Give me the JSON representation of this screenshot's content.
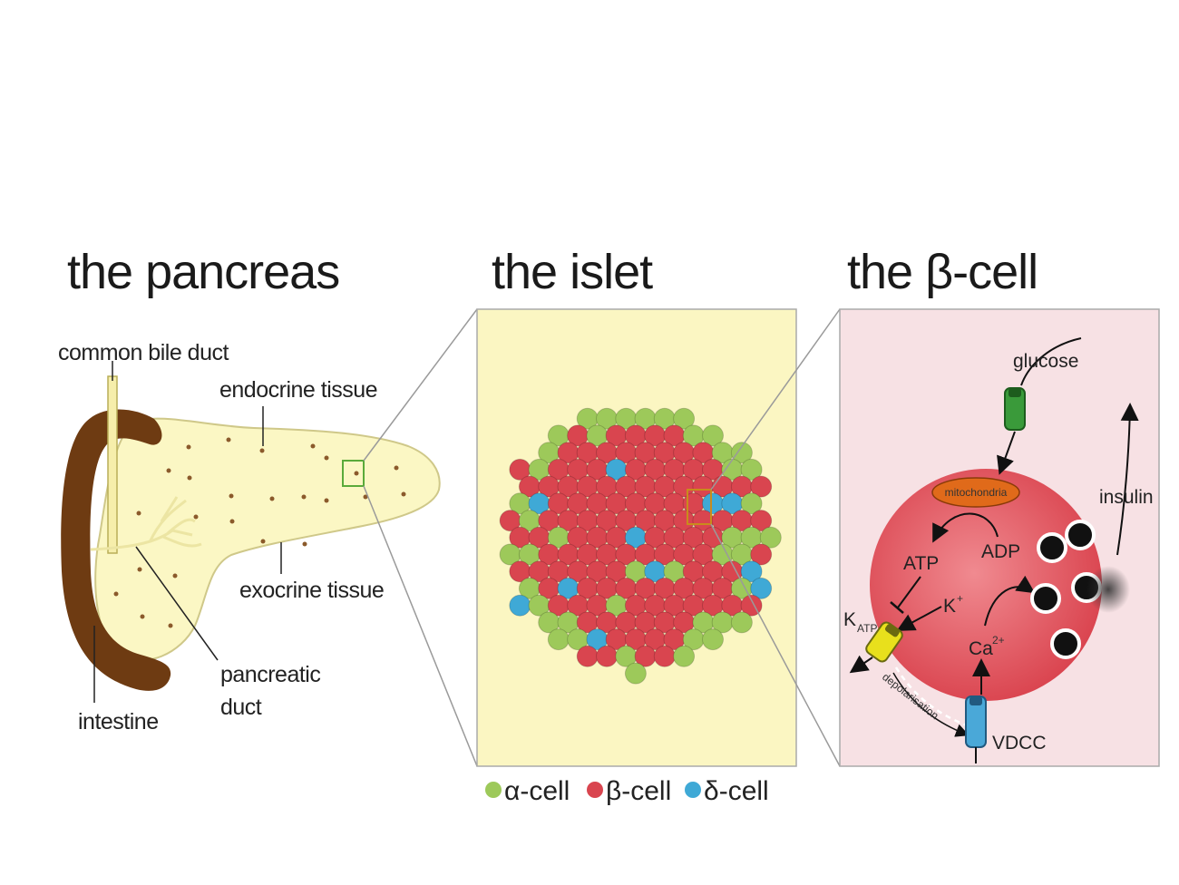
{
  "titles": {
    "pancreas": "the pancreas",
    "islet": "the islet",
    "beta_cell": "the β-cell"
  },
  "pancreas_labels": {
    "common_bile_duct": "common bile duct",
    "endocrine_tissue": "endocrine tissue",
    "exocrine_tissue": "exocrine tissue",
    "pancreatic_duct_line1": "pancreatic",
    "pancreatic_duct_line2": "duct",
    "intestine": "intestine"
  },
  "beta_cell_labels": {
    "glucose": "glucose",
    "mitochondria": "mitochondria",
    "insulin": "insulin",
    "atp": "ATP",
    "adp": "ADP",
    "k_atp_main": "K",
    "k_atp_sub": "ATP",
    "k_ion": "K",
    "k_ion_sup": "+",
    "ca_ion": "Ca",
    "ca_ion_sup": "2+",
    "depolarisation": "depolarisation",
    "vdcc": "VDCC"
  },
  "legend": [
    {
      "key": "alpha",
      "label": "α-cell",
      "color": "#9dc95a"
    },
    {
      "key": "beta",
      "label": "β-cell",
      "color": "#d9454f"
    },
    {
      "key": "delta",
      "label": "δ-cell",
      "color": "#3fa9d6"
    }
  ],
  "colors": {
    "pancreas_fill": "#fbf7c4",
    "intestine": "#6e3b12",
    "islet_bg": "#fbf6c2",
    "beta_cell_bg": "#f7e1e4",
    "beta_cell_body": "#e0515c",
    "channel_green": "#3a9a3a",
    "channel_yellow": "#e8e01c",
    "channel_blue": "#4aa8d8",
    "mitochondria": "#e06a1a"
  }
}
